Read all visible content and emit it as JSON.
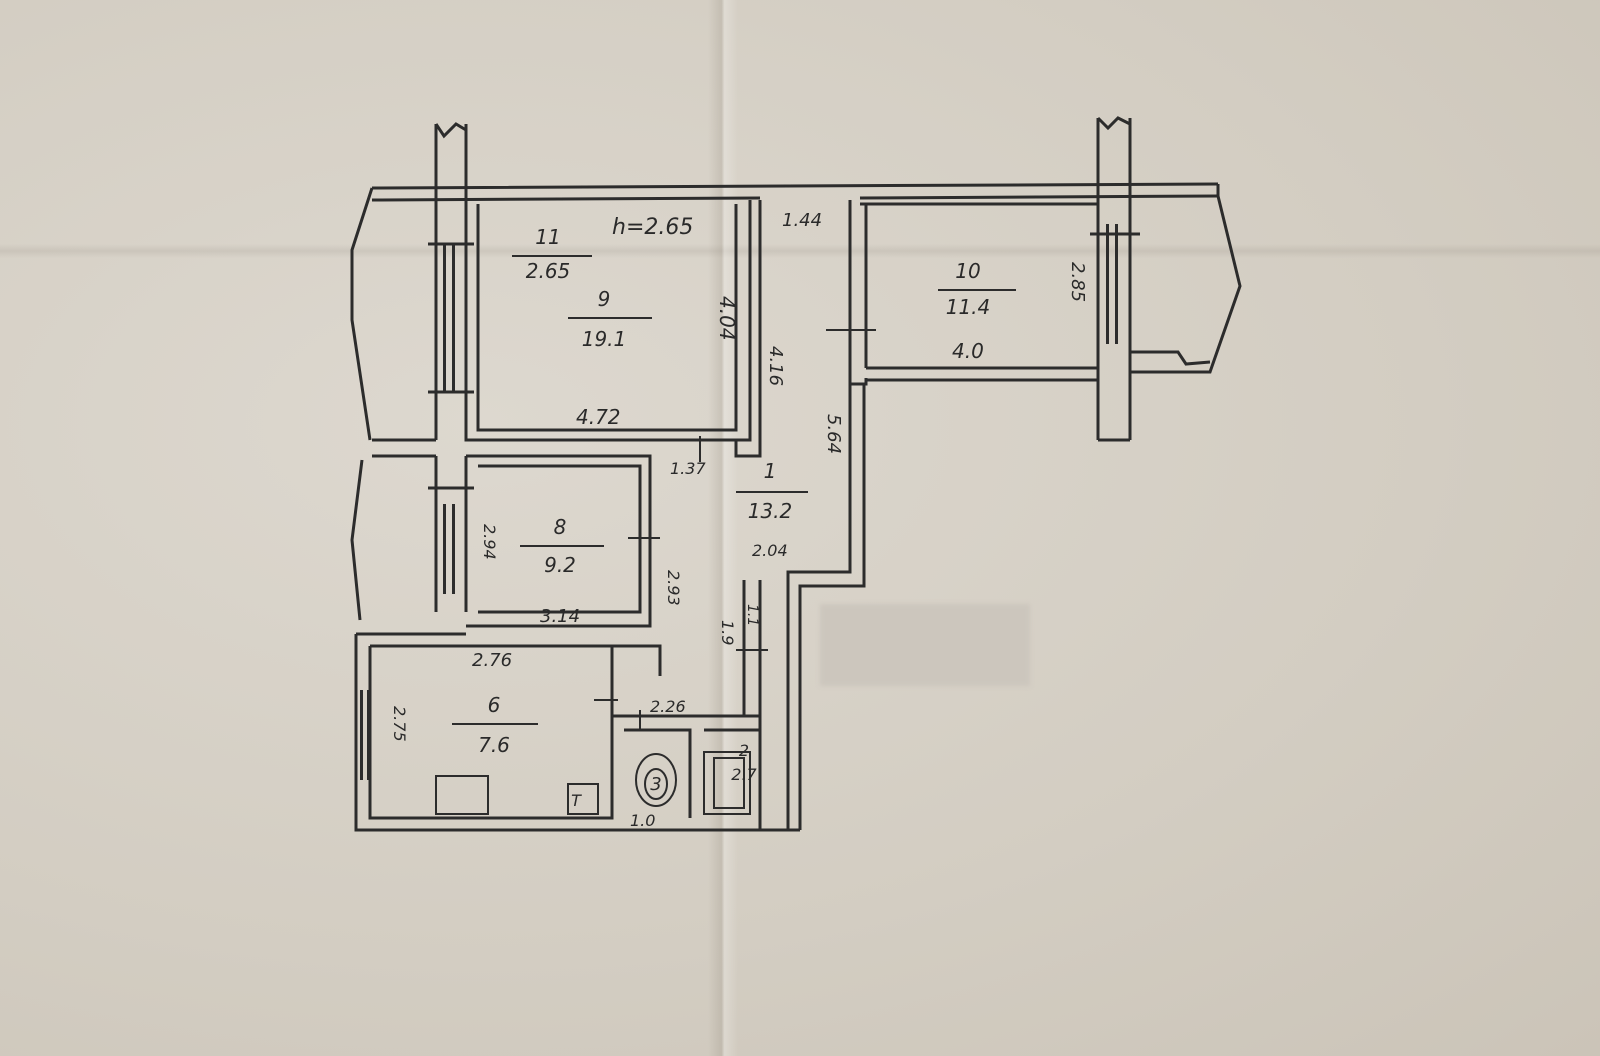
{
  "plan": {
    "ceiling_height": "h=2.65",
    "rooms": [
      {
        "number": "11",
        "area": "2.65"
      },
      {
        "number": "9",
        "area": "19.1"
      },
      {
        "number": "10",
        "area": "11.4"
      },
      {
        "number": "8",
        "area": "9.2"
      },
      {
        "number": "1",
        "area": "13.2"
      },
      {
        "number": "6",
        "area": "7.6"
      },
      {
        "number": "3",
        "area": ""
      },
      {
        "number": "2",
        "area": "2.7"
      }
    ],
    "dimensions": {
      "room9_width": "4.72",
      "room9_depth": "4.04",
      "corridor_width": "1.44",
      "corridor_length": "4.16",
      "hall_length": "5.64",
      "room10_width": "4.0",
      "room10_depth": "2.85",
      "door_gap": "1.37",
      "room8_width": "3.14",
      "room8_depth": "2.94",
      "room8_right": "2.93",
      "hall_width": "2.04",
      "kitchen_width": "2.76",
      "kitchen_depth": "2.75",
      "bath_width": "2.26",
      "toilet_width": "1.0",
      "closet_depth": "1.9",
      "closet_small": "1.1"
    },
    "stove_label": "T"
  }
}
